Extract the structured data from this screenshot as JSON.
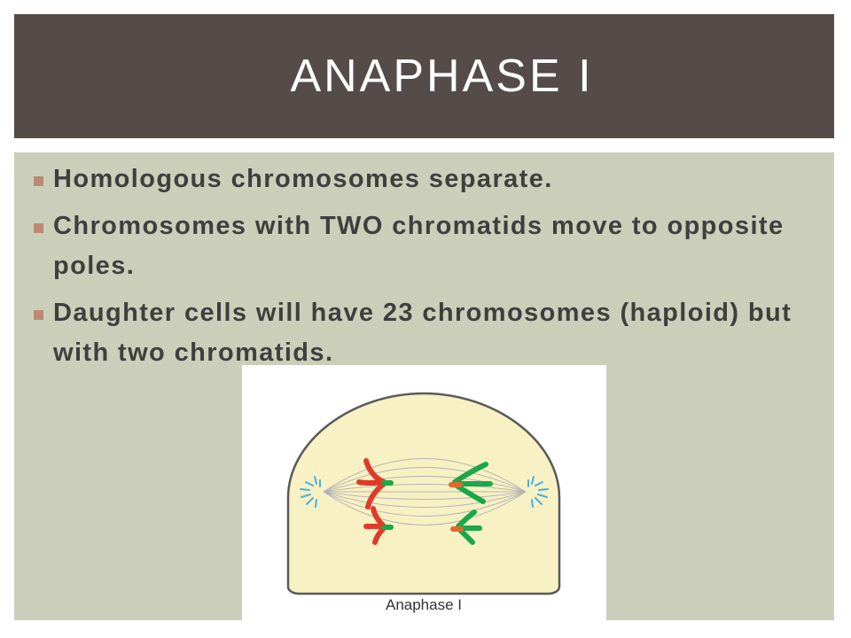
{
  "slide": {
    "title": "ANAPHASE I",
    "bullets": [
      "Homologous chromosomes separate.",
      "Chromosomes with TWO chromatids move to opposite poles.",
      "Daughter cells will have 23 chromosomes (haploid) but with two chromatids."
    ]
  },
  "figure": {
    "caption": "Anaphase I"
  },
  "colors": {
    "title_bar": "#554b48",
    "content_bg": "#cbcfba",
    "bullet": "#bc8a73",
    "cell_fill": "#f8f1c4",
    "chromosome_red": "#e03a2a",
    "chromosome_green": "#1aa84a",
    "centrosome_blue": "#4aaee0"
  }
}
